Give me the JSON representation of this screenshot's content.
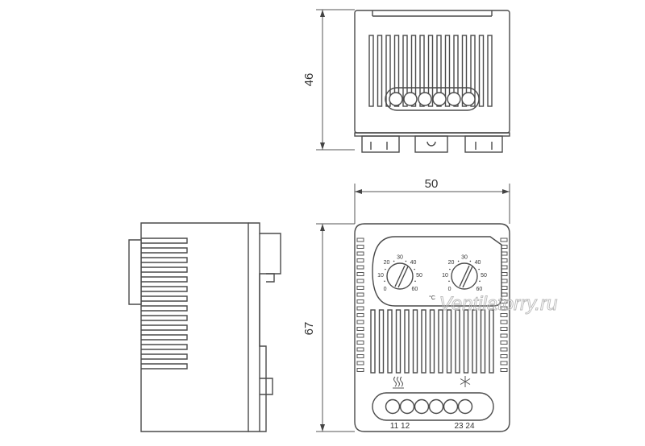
{
  "dimensions": {
    "height_top": "46",
    "width_front": "50",
    "height_front": "67"
  },
  "dials": {
    "left": {
      "scale": [
        "0",
        "10",
        "20",
        "30",
        "40",
        "50",
        "60"
      ]
    },
    "right": {
      "scale": [
        "0",
        "10",
        "20",
        "30",
        "40",
        "50",
        "60"
      ]
    },
    "unit": "°C"
  },
  "terminals": {
    "left_labels": "11 12",
    "right_labels": "23 24",
    "heat_symbol": "heat-symbol-icon",
    "cool_symbol": "snowflake-icon"
  },
  "watermark": "Ventilatorry.ru"
}
